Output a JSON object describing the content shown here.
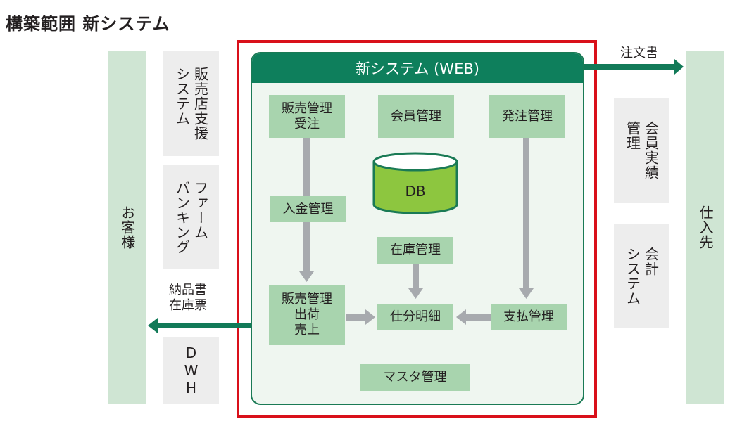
{
  "title": "構築範囲 新システム",
  "left": {
    "customer": "お客様",
    "boxes": [
      {
        "name": "sales-support",
        "label": "販売店支援\nシステム"
      },
      {
        "name": "firm-banking",
        "label": "ファーム\nバンキング"
      },
      {
        "name": "dwh",
        "label": "DWH"
      }
    ],
    "outbound_label": "納品書\n在庫票"
  },
  "system": {
    "title": "新システム (WEB)",
    "modules": {
      "sales_order": "販売管理\n受注",
      "member": "会員管理",
      "purchase_order": "発注管理",
      "db": "DB",
      "payment_in": "入金管理",
      "inventory": "在庫管理",
      "sales_ship": "販売管理\n出荷\n売上",
      "journal": "仕分明細",
      "payment_out": "支払管理",
      "master": "マスタ管理"
    }
  },
  "right": {
    "supplier": "仕入先",
    "boxes": [
      {
        "name": "member-results",
        "label": "会員実績\n管理"
      },
      {
        "name": "accounting",
        "label": "会計\nシステム"
      }
    ],
    "outbound_label": "注文書"
  },
  "colors": {
    "system_header": "#0e7f5c",
    "frame_red": "#d9101a",
    "module_fill": "#a8d4ae",
    "band_fill": "#cfe5d3",
    "gray_box": "#ededed",
    "db_fill": "#8dc63f",
    "arrow_gray": "#a7aaae",
    "arrow_green": "#127a58"
  }
}
